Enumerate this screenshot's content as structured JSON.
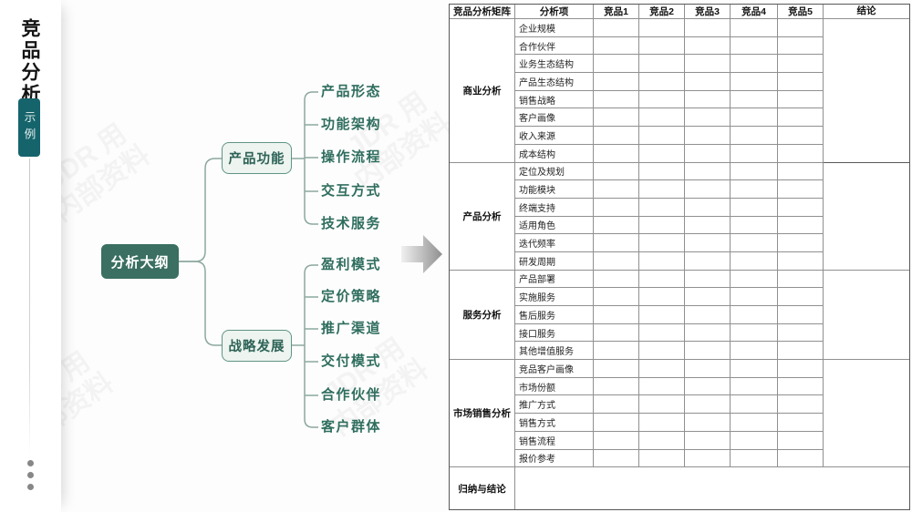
{
  "sidebar": {
    "title": "竞品分析",
    "badge": "示例"
  },
  "watermark": {
    "line1": "JDR 用",
    "line2": "内部资料"
  },
  "mindmap": {
    "root": "分析大纲",
    "branches": [
      {
        "label": "产品功能",
        "children": [
          "产品形态",
          "功能架构",
          "操作流程",
          "交互方式",
          "技术服务"
        ]
      },
      {
        "label": "战略发展",
        "children": [
          "盈利模式",
          "定价策略",
          "推广渠道",
          "交付模式",
          "合作伙伴",
          "客户群体"
        ]
      }
    ]
  },
  "table": {
    "headers": [
      "竞品分析矩阵",
      "分析项",
      "竞品1",
      "竞品2",
      "竞品3",
      "竞品4",
      "竞品5",
      "结论"
    ],
    "competitor_count": 5,
    "groups": [
      {
        "name": "商业分析",
        "items": [
          "企业规模",
          "合作伙伴",
          "业务生态结构",
          "产品生态结构",
          "销售战略",
          "客户画像",
          "收入来源",
          "成本结构"
        ]
      },
      {
        "name": "产品分析",
        "items": [
          "定位及规划",
          "功能模块",
          "终端支持",
          "适用角色",
          "迭代频率",
          "研发周期"
        ]
      },
      {
        "name": "服务分析",
        "items": [
          "产品部署",
          "实施服务",
          "售后服务",
          "接口服务",
          "其他增值服务"
        ]
      },
      {
        "name": "市场销售分析",
        "items": [
          "竞品客户画像",
          "市场份额",
          "推广方式",
          "销售方式",
          "销售流程",
          "报价参考"
        ]
      }
    ],
    "footer": "归纳与结论"
  },
  "colors": {
    "root_node": "#3a6f61",
    "badge": "#15646c",
    "branch_fill": "#eef4f0",
    "branch_border": "#5f9484",
    "leaf_text": "#2f6e5e",
    "connector": "#8ca89e",
    "table_border": "#909090",
    "table_border_dark": "#585858"
  }
}
